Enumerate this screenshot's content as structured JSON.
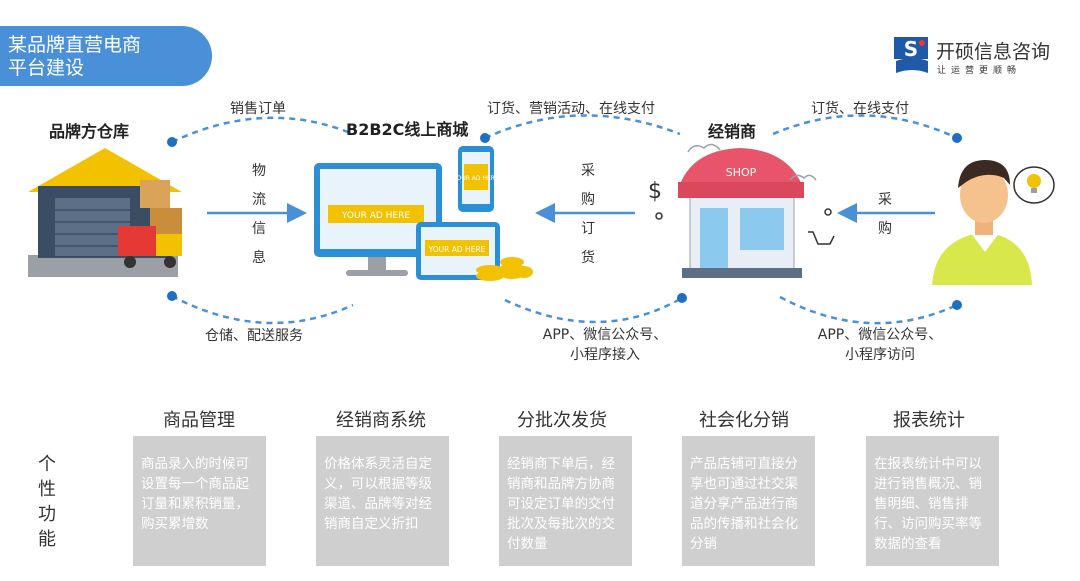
{
  "title": [
    "某品牌直营电商",
    "平台建设"
  ],
  "logo": {
    "name": "开硕信息咨询",
    "slogan": "让运营更顺畅",
    "mark": "S"
  },
  "nodes": {
    "warehouse": "品牌方仓库",
    "mall": "B2B2C线上商城",
    "dealer": "经销商",
    "mall_screen_text": "YOUR AD HERE",
    "tablet_text": "YOUR AD HERE",
    "phone_text": "YOUR AD HERE",
    "shop_sign": "SHOP"
  },
  "flows": {
    "sales_order": "销售订单",
    "logistics": [
      "物",
      "流",
      "信",
      "息"
    ],
    "storage": "仓储、配送服务",
    "order_marketing": "订货、营销活动、在线支付",
    "purchase_order": [
      "采",
      "购",
      "订",
      "货"
    ],
    "app_access": [
      "APP、微信公众号、",
      "小程序接入"
    ],
    "order_pay": "订货、在线支付",
    "purchase": [
      "采",
      "购"
    ],
    "app_visit": [
      "APP、微信公众号、",
      "小程序访问"
    ]
  },
  "side_label": [
    "个",
    "性",
    "功",
    "能"
  ],
  "features": [
    {
      "title": "商品管理",
      "text": "商品录入的时候可设置每一个商品起订量和累积销量，购买累增数"
    },
    {
      "title": "经销商系统",
      "text": "价格体系灵活自定义，可以根据等级渠道、品牌等对经销商自定义折扣"
    },
    {
      "title": "分批次发货",
      "text": "经销商下单后，经销商和品牌方协商可设定订单的交付批次及每批次的交付数量"
    },
    {
      "title": "社会化分销",
      "text": "产品店铺可直接分享也可通过社交渠道分享产品进行商品的传播和社会化分销"
    },
    {
      "title": "报表统计",
      "text": "在报表统计中可以进行销售概况、销售明细、销售排行、访问购买率等数据的查看"
    }
  ],
  "colors": {
    "accent": "#4a90d9",
    "arrow": "#4a90d9",
    "box": "#cfcfcf"
  }
}
